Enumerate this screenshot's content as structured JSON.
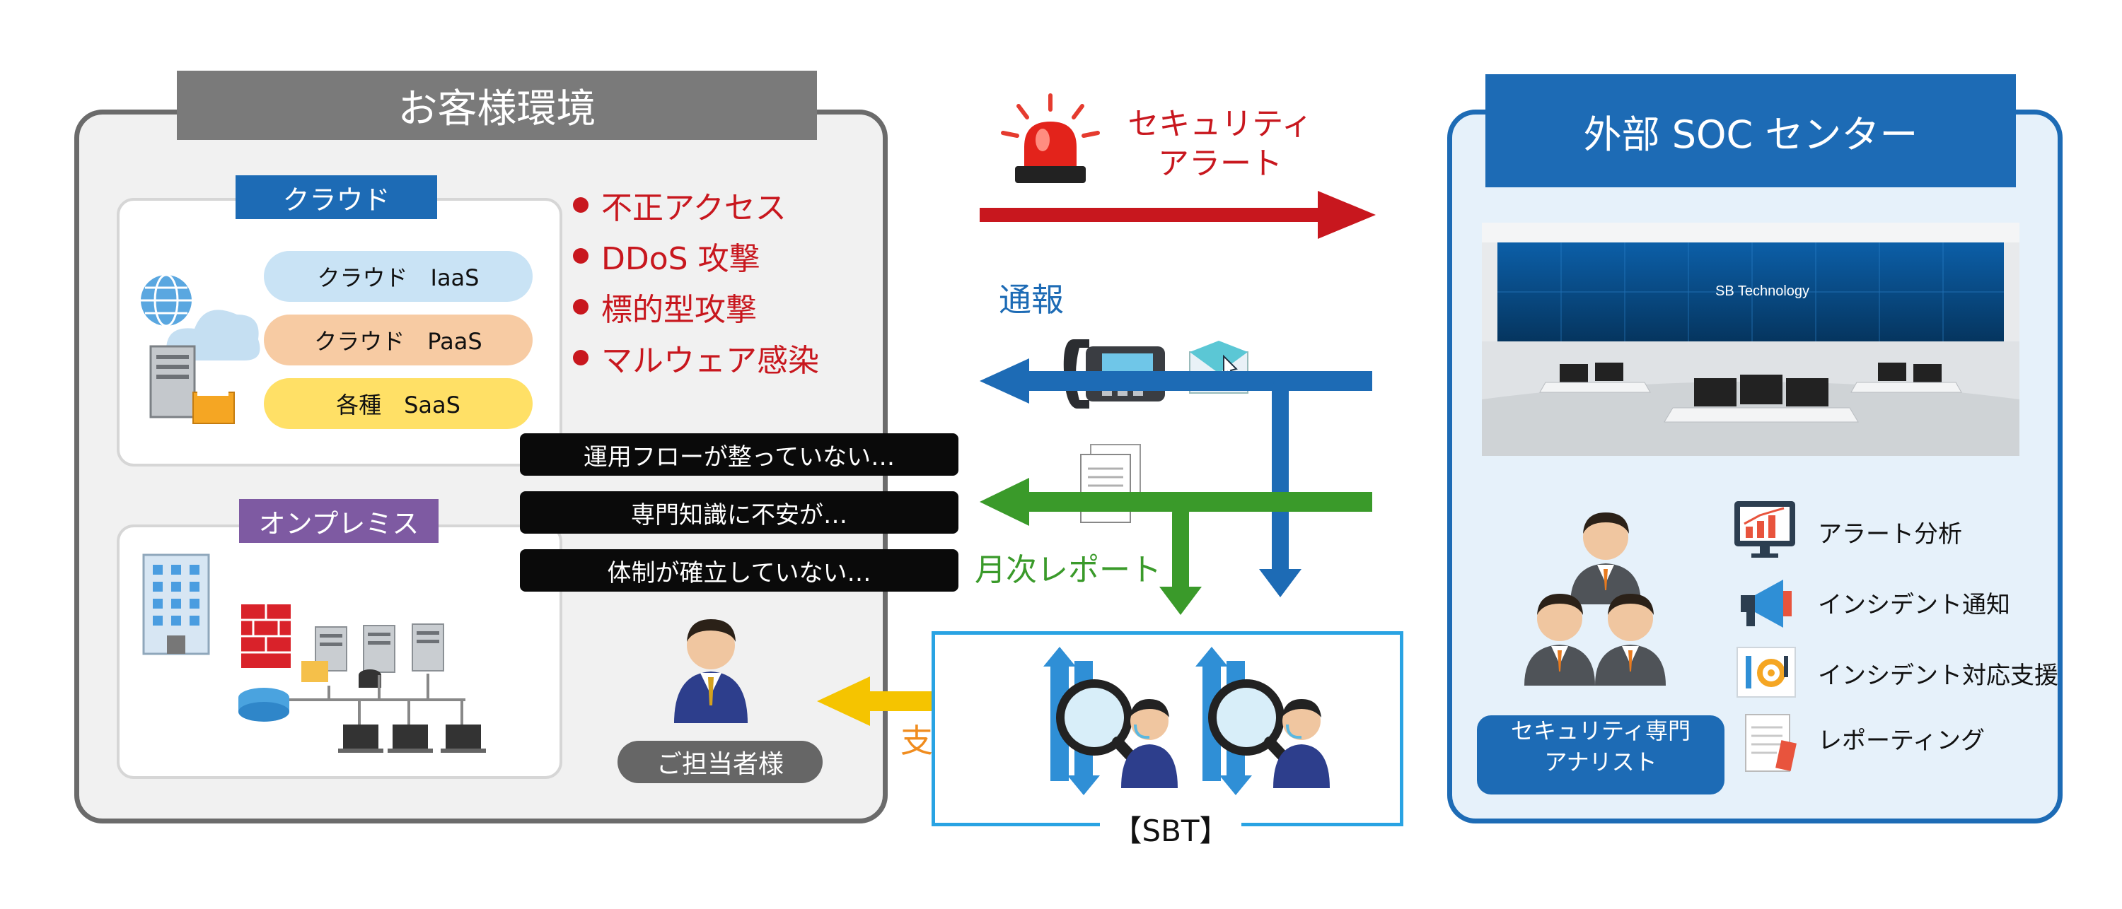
{
  "customer": {
    "title": "お客様環境",
    "cloud": {
      "tab": "クラウド",
      "items": [
        "クラウド　IaaS",
        "クラウド　PaaS",
        "各種　SaaS"
      ]
    },
    "onprem": {
      "tab": "オンプレミス"
    },
    "threats": [
      "不正アクセス",
      "DDoS 攻撃",
      "標的型攻撃",
      "マルウェア感染"
    ],
    "issues": [
      "運用フローが整っていない…",
      "専門知識に不安が…",
      "体制が確立していない…"
    ],
    "person_label": "ご担当者様"
  },
  "flows": {
    "alert": "セキュリティ\nアラート",
    "notify": "通報",
    "monthly_report": "月次レポート",
    "support": "支援",
    "sbt": "【SBT】"
  },
  "soc": {
    "title": "外部 SOC センター",
    "screen_logo": "SB Technology",
    "services": [
      "アラート分析",
      "インシデント通知",
      "インシデント対応支援",
      "レポーティング"
    ],
    "analyst": "セキュリティ専門\nアナリスト"
  },
  "colors": {
    "red": "#c8171e",
    "blue": "#1d6bb5",
    "green": "#3a9a2a",
    "yellow": "#f5c400",
    "orange": "#f08c1e",
    "purple": "#7e5aa2",
    "gray": "#7a7a7a"
  }
}
